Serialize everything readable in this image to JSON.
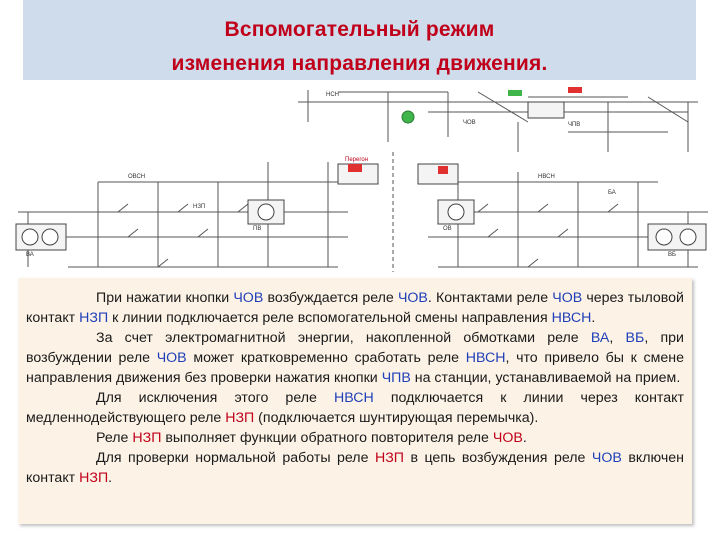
{
  "title": {
    "line1": "Вспомогательный режим",
    "line2": "изменения направления движения."
  },
  "diagram": {
    "labels": {
      "peregon": "Перегон",
      "nsn": "НСН",
      "chov": "ЧОВ",
      "chpv": "ЧПВ",
      "ovsn": "ОВСН",
      "nvsn": "НВСН",
      "nzp": "НЗП",
      "va": "ВА",
      "vb": "ВБ",
      "pv": "ПВ",
      "ov": "ОВ",
      "ba": "БА"
    }
  },
  "body": {
    "p1": [
      {
        "t": "При нажатии кнопки ",
        "c": "n"
      },
      {
        "t": "ЧОВ",
        "c": "b"
      },
      {
        "t": " возбуждается реле ",
        "c": "n"
      },
      {
        "t": "ЧОВ",
        "c": "b"
      },
      {
        "t": ". Контактами реле ",
        "c": "n"
      },
      {
        "t": "ЧОВ",
        "c": "b"
      },
      {
        "t": " через тыловой контакт ",
        "c": "n"
      },
      {
        "t": "НЗП",
        "c": "b"
      },
      {
        "t": " к линии подключается реле вспомогательной смены направления ",
        "c": "n"
      },
      {
        "t": "НВСН",
        "c": "b"
      },
      {
        "t": ".",
        "c": "n"
      }
    ],
    "p2": [
      {
        "t": "За счет электромагнитной энергии, накопленной обмотками реле ",
        "c": "n"
      },
      {
        "t": "ВА",
        "c": "b"
      },
      {
        "t": ", ",
        "c": "n"
      },
      {
        "t": "ВБ",
        "c": "b"
      },
      {
        "t": ", при возбуждении реле ",
        "c": "n"
      },
      {
        "t": "ЧОВ",
        "c": "b"
      },
      {
        "t": " может кратковременно сработать реле ",
        "c": "n"
      },
      {
        "t": "НВСН",
        "c": "b"
      },
      {
        "t": ", что привело бы к смене направления движения без проверки нажатия кнопки ",
        "c": "n"
      },
      {
        "t": "ЧПВ",
        "c": "b"
      },
      {
        "t": " на станции, устанавливаемой на прием.",
        "c": "n"
      }
    ],
    "p3": [
      {
        "t": "Для исключения этого реле ",
        "c": "n"
      },
      {
        "t": "НВСН",
        "c": "b"
      },
      {
        "t": " подключается к линии через контакт медленнодействующего реле ",
        "c": "n"
      },
      {
        "t": "НЗП",
        "c": "r"
      },
      {
        "t": " (подключается шунтирующая перемычка).",
        "c": "n"
      }
    ],
    "p4": [
      {
        "t": "Реле ",
        "c": "n"
      },
      {
        "t": "НЗП",
        "c": "r"
      },
      {
        "t": " выполняет функции обратного повторителя реле ",
        "c": "n"
      },
      {
        "t": "ЧОВ",
        "c": "r"
      },
      {
        "t": ".",
        "c": "n"
      }
    ],
    "p5": [
      {
        "t": "Для проверки нормальной работы реле ",
        "c": "n"
      },
      {
        "t": "НЗП",
        "c": "r"
      },
      {
        "t": " в цепь возбуждения реле ",
        "c": "n"
      },
      {
        "t": "ЧОВ",
        "c": "b"
      },
      {
        "t": " включен контакт ",
        "c": "n"
      },
      {
        "t": "НЗП",
        "c": "r"
      },
      {
        "t": ".",
        "c": "n"
      }
    ]
  }
}
